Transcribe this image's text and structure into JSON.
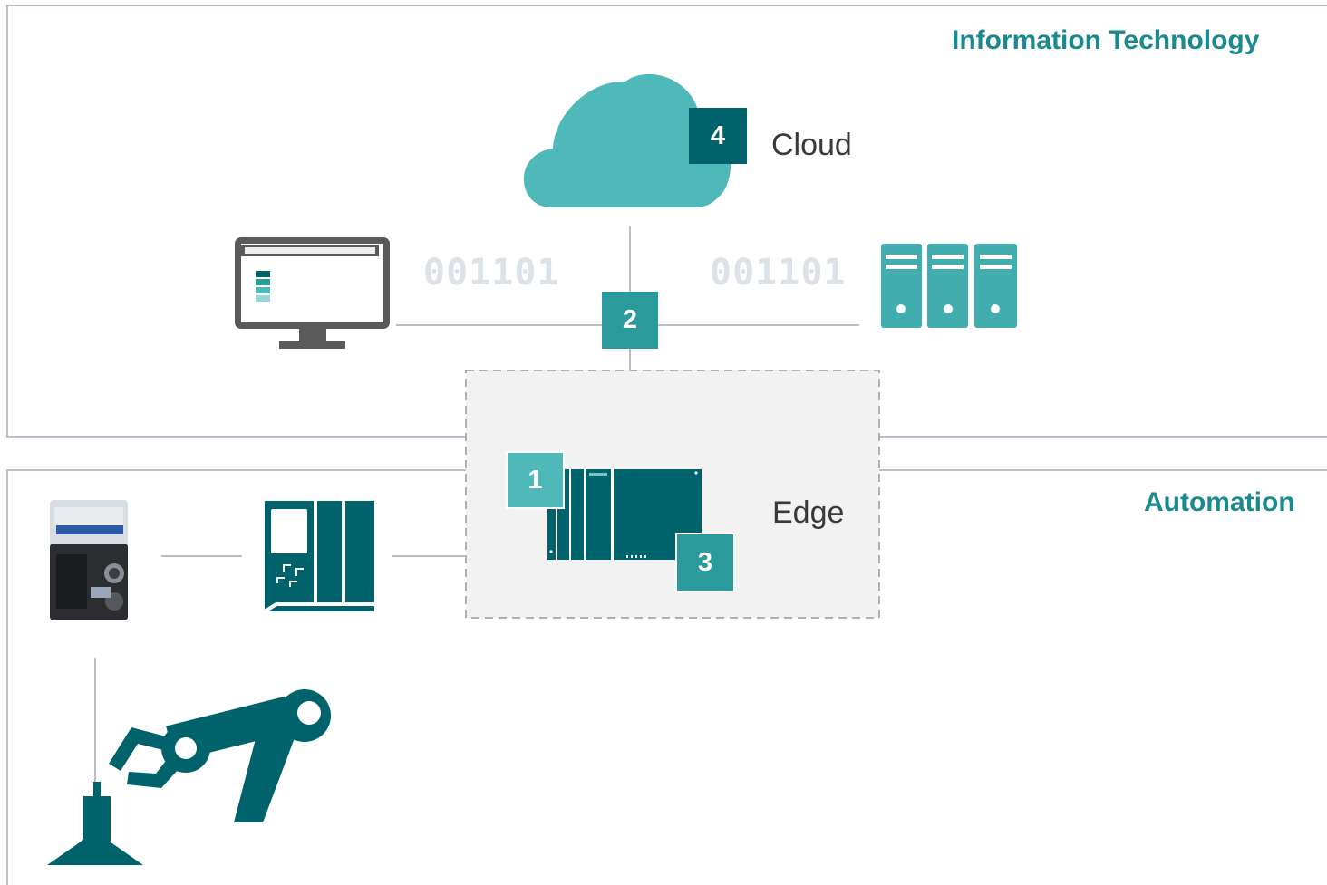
{
  "zones": {
    "it_title": "Information Technology",
    "automation_title": "Automation"
  },
  "nodes": {
    "cloud_label": "Cloud",
    "edge_label": "Edge"
  },
  "badges": {
    "b1": "1",
    "b2": "2",
    "b3": "3",
    "b4": "4"
  },
  "binary": {
    "left": "001101",
    "right": "001101"
  },
  "colors": {
    "teal_dark": "#00636b",
    "teal_mid": "#2b9a9c",
    "teal_light": "#4fb8b9",
    "server": "#41adae",
    "zone_border": "#b8c0cc",
    "title": "#1a8a90"
  }
}
